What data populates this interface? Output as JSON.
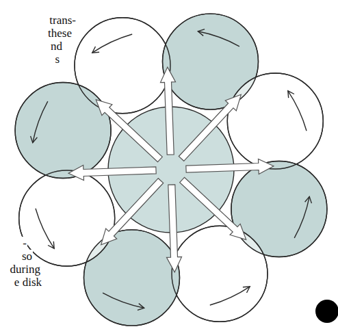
{
  "diagram": {
    "labels": [
      "trans-",
      "these",
      "nd",
      "s",
      "-",
      "so",
      "during",
      "e disk"
    ]
  }
}
